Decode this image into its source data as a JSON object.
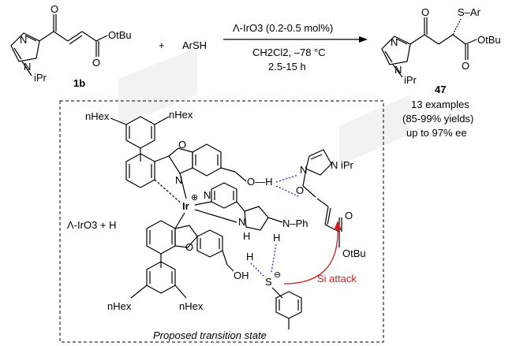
{
  "scheme": {
    "reactant_label": "1b",
    "reactant_ester": "OtBu",
    "reactant_n_sub": "iPr",
    "plus": "+",
    "reagent": "ArSH",
    "catalyst": "Λ-IrO3 (0.2-0.5 mol%)",
    "solvent_temp": "CH2Cl2, –78 °C",
    "time": "2.5-15 h",
    "product_label": "47",
    "product_sub": "S–Ar",
    "product_ester": "OtBu",
    "product_n_sub": "iPr",
    "examples": "13 examples",
    "yields": "(85-99% yields)",
    "ee": "up to 97% ee"
  },
  "ts": {
    "nhex_tl1": "nHex",
    "nhex_tl2": "nHex",
    "nhex_bl1": "nHex",
    "nhex_bl2": "nHex",
    "ir": "Ir",
    "charge": "⊕",
    "n_labels": [
      "N",
      "N",
      "N",
      "N",
      "N"
    ],
    "o_labels": [
      "O",
      "O",
      "O"
    ],
    "oh_top": "O—H",
    "oh_bottom": "OH",
    "ipr": "iPr",
    "nhph": "N–Ph",
    "h1": "H",
    "h2": "H",
    "h3": "H",
    "s": "S",
    "s_charge": "⊖",
    "otbu": "OtBu",
    "catalyst_label": "Λ-IrO3 + H",
    "attack": "Si attack",
    "caption": "Proposed transition state"
  }
}
